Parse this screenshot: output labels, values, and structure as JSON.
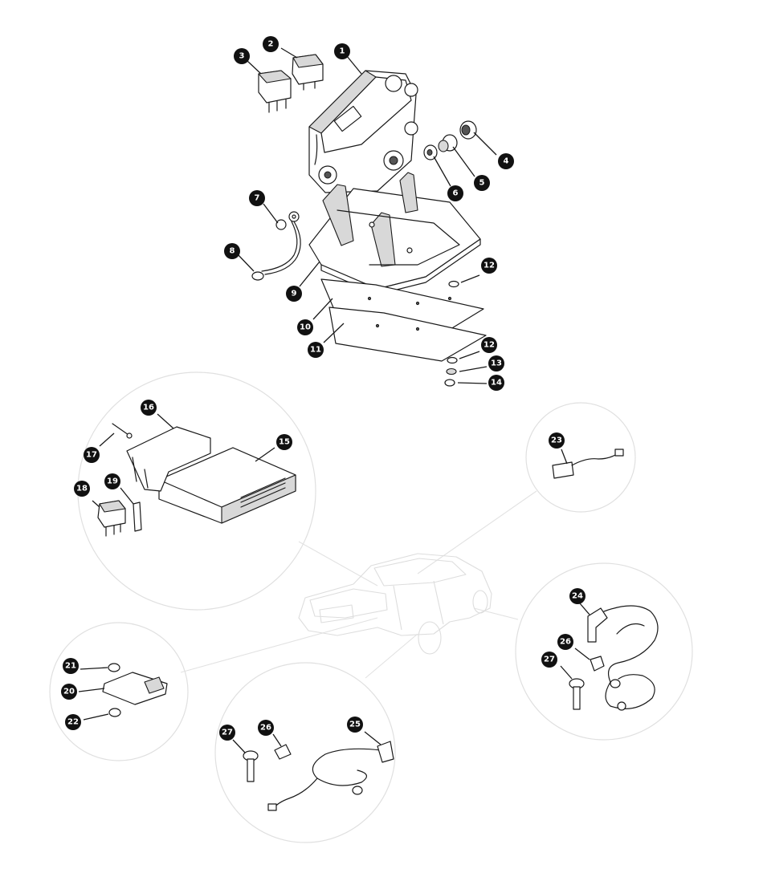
{
  "colors": {
    "ink": "#1a1a1a",
    "badge": "#111111",
    "badge_text": "#ffffff",
    "detail_circle": "#e0e0e0",
    "ghost_car": "#dddddd"
  },
  "callouts": [
    {
      "id": "c1",
      "label": "1"
    },
    {
      "id": "c2",
      "label": "2"
    },
    {
      "id": "c3",
      "label": "3"
    },
    {
      "id": "c4",
      "label": "4"
    },
    {
      "id": "c5",
      "label": "5"
    },
    {
      "id": "c6",
      "label": "6"
    },
    {
      "id": "c7",
      "label": "7"
    },
    {
      "id": "c8",
      "label": "8"
    },
    {
      "id": "c9",
      "label": "9"
    },
    {
      "id": "c10",
      "label": "10"
    },
    {
      "id": "c11",
      "label": "11"
    },
    {
      "id": "c12a",
      "label": "12"
    },
    {
      "id": "c12b",
      "label": "12"
    },
    {
      "id": "c13",
      "label": "13"
    },
    {
      "id": "c14",
      "label": "14"
    },
    {
      "id": "c15",
      "label": "15"
    },
    {
      "id": "c16",
      "label": "16"
    },
    {
      "id": "c17",
      "label": "17"
    },
    {
      "id": "c18",
      "label": "18"
    },
    {
      "id": "c19",
      "label": "19"
    },
    {
      "id": "c20",
      "label": "20"
    },
    {
      "id": "c21",
      "label": "21"
    },
    {
      "id": "c22",
      "label": "22"
    },
    {
      "id": "c23",
      "label": "23"
    },
    {
      "id": "c24",
      "label": "24"
    },
    {
      "id": "c25",
      "label": "25"
    },
    {
      "id": "c26a",
      "label": "26"
    },
    {
      "id": "c26b",
      "label": "26"
    },
    {
      "id": "c27a",
      "label": "27"
    },
    {
      "id": "c27b",
      "label": "27"
    }
  ]
}
